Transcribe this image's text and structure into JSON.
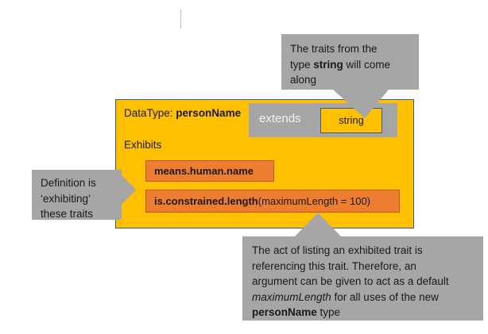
{
  "colors": {
    "panel_orange": "#FFC000",
    "trait_orange": "#ED7D31",
    "callout_grey": "#A6A6A6",
    "panel_border_blue": "#3C5A8A",
    "text_dark": "#1A1A1A",
    "extends_text": "#F2F2F2",
    "background": "#FFFFFF"
  },
  "datatype_panel": {
    "title_prefix": "DataType: ",
    "title_name": "personName",
    "exhibits_label": "Exhibits",
    "extends": {
      "keyword": "extends",
      "base_type": "string"
    },
    "traits": [
      {
        "name": "means.human.name",
        "args": ""
      },
      {
        "name": "is.constrained.length",
        "args": " (maximumLength = 100)"
      }
    ]
  },
  "callouts": {
    "top": {
      "line1": "The traits from the",
      "line2_pre": "type ",
      "line2_bold": "string",
      "line2_post": " will come",
      "line3": "along"
    },
    "left": {
      "line1": "Definition is",
      "line2": "‘exhibiting’",
      "line3": "these traits"
    },
    "bottom": {
      "line1": "The act of listing an exhibited trait is",
      "line2": "referencing this trait. Therefore, an",
      "line3": "argument can be given to act as a default",
      "line4_italic": "maximumLength",
      "line4_post": " for all uses of the new",
      "line5_bold": "personName",
      "line5_post": " type"
    }
  }
}
